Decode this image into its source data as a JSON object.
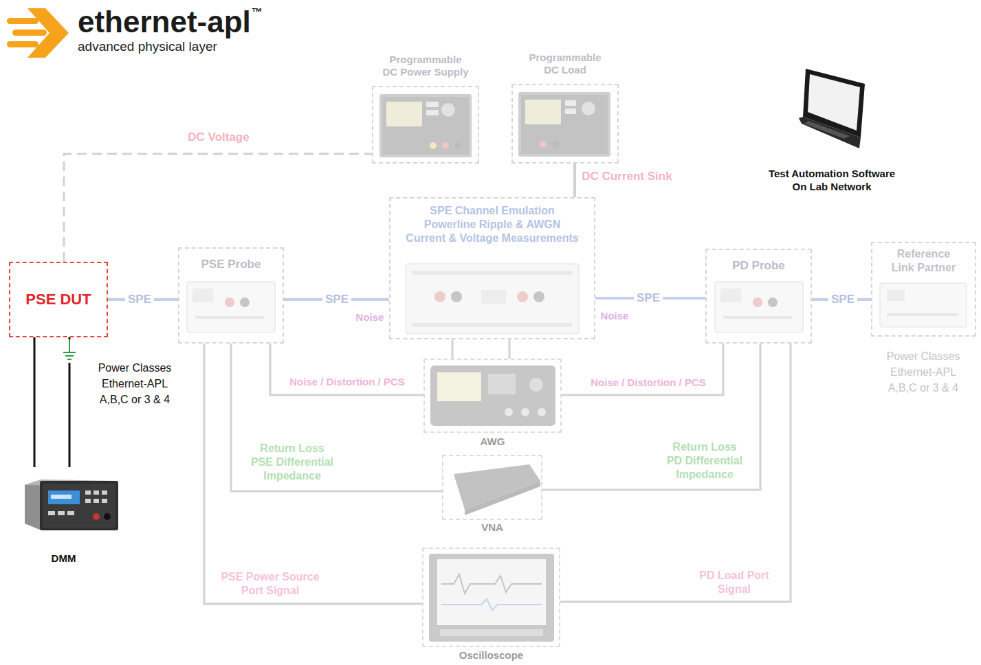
{
  "diagram": {
    "nodes": [
      {
        "text": [
          "Programmable DC Power Supply"
        ]
      },
      {
        "text": [
          "Programmable DC Load"
        ]
      },
      {
        "text": [
          "PSE DUT"
        ]
      },
      {
        "text": [
          "PSE Probe"
        ]
      },
      {
        "text": [
          "SPE Channel Emulation Powerline Ripple & AWGN Current & Voltage Measurements"
        ]
      },
      {
        "text": [
          "PD Probe"
        ]
      },
      {
        "text": [
          "Reference Link Partner"
        ]
      },
      {
        "text": [
          "AWG"
        ]
      },
      {
        "text": [
          "VNA"
        ]
      },
      {
        "text": [
          "DMM"
        ]
      },
      {
        "text": [
          "Oscilloscope"
        ]
      }
    ],
    "edges": [
      {
        "from": 2,
        "to": 0,
        "label": "DC Voltage",
        "arrow": "none"
      },
      {
        "from": 1,
        "to": 4,
        "label": "DC Current Sink",
        "arrow": "none"
      },
      {
        "from": 2,
        "to": 3,
        "label": "SPE",
        "arrow": "none"
      },
      {
        "from": 3,
        "to": 4,
        "label": "SPE",
        "arrow": "none"
      },
      {
        "from": 4,
        "to": 5,
        "label": "SPE",
        "arrow": "none"
      },
      {
        "from": 5,
        "to": 6,
        "label": "SPE",
        "arrow": "none"
      },
      {
        "from": 3,
        "to": 7,
        "label": "Noise / Distortion / PCS",
        "arrow": "none"
      },
      {
        "from": 5,
        "to": 7,
        "label": "Noise / Distortion / PCS",
        "arrow": "none"
      },
      {
        "from": 4,
        "to": 7,
        "arrow": "none"
      },
      {
        "from": 4,
        "to": 7,
        "arrow": "none"
      },
      {
        "from": 3,
        "to": 8,
        "label": "Return Loss PSE Differential Impedance",
        "arrow": "none"
      },
      {
        "from": 5,
        "to": 8,
        "label": "Return Loss PD Differential Impedance",
        "arrow": "none"
      },
      {
        "from": 3,
        "to": 10,
        "label": "PSE Power Source Port Signal",
        "arrow": "none"
      },
      {
        "from": 5,
        "to": 10,
        "label": "PD Load Port Signal",
        "arrow": "none"
      },
      {
        "from": 2,
        "to": 9,
        "arrow": "none"
      },
      {
        "from": 2,
        "to": 9,
        "arrow": "none"
      }
    ],
    "labels": [
      "ethernet-apl",
      "™",
      "advanced physical layer",
      "Test Automation Software On Lab Network",
      "Noise",
      "Noise",
      "Power Classes Ethernet-APL A,B,C or 3 & 4",
      "Power Classes Ethernet-APL A,B,C or 3 & 4"
    ]
  }
}
